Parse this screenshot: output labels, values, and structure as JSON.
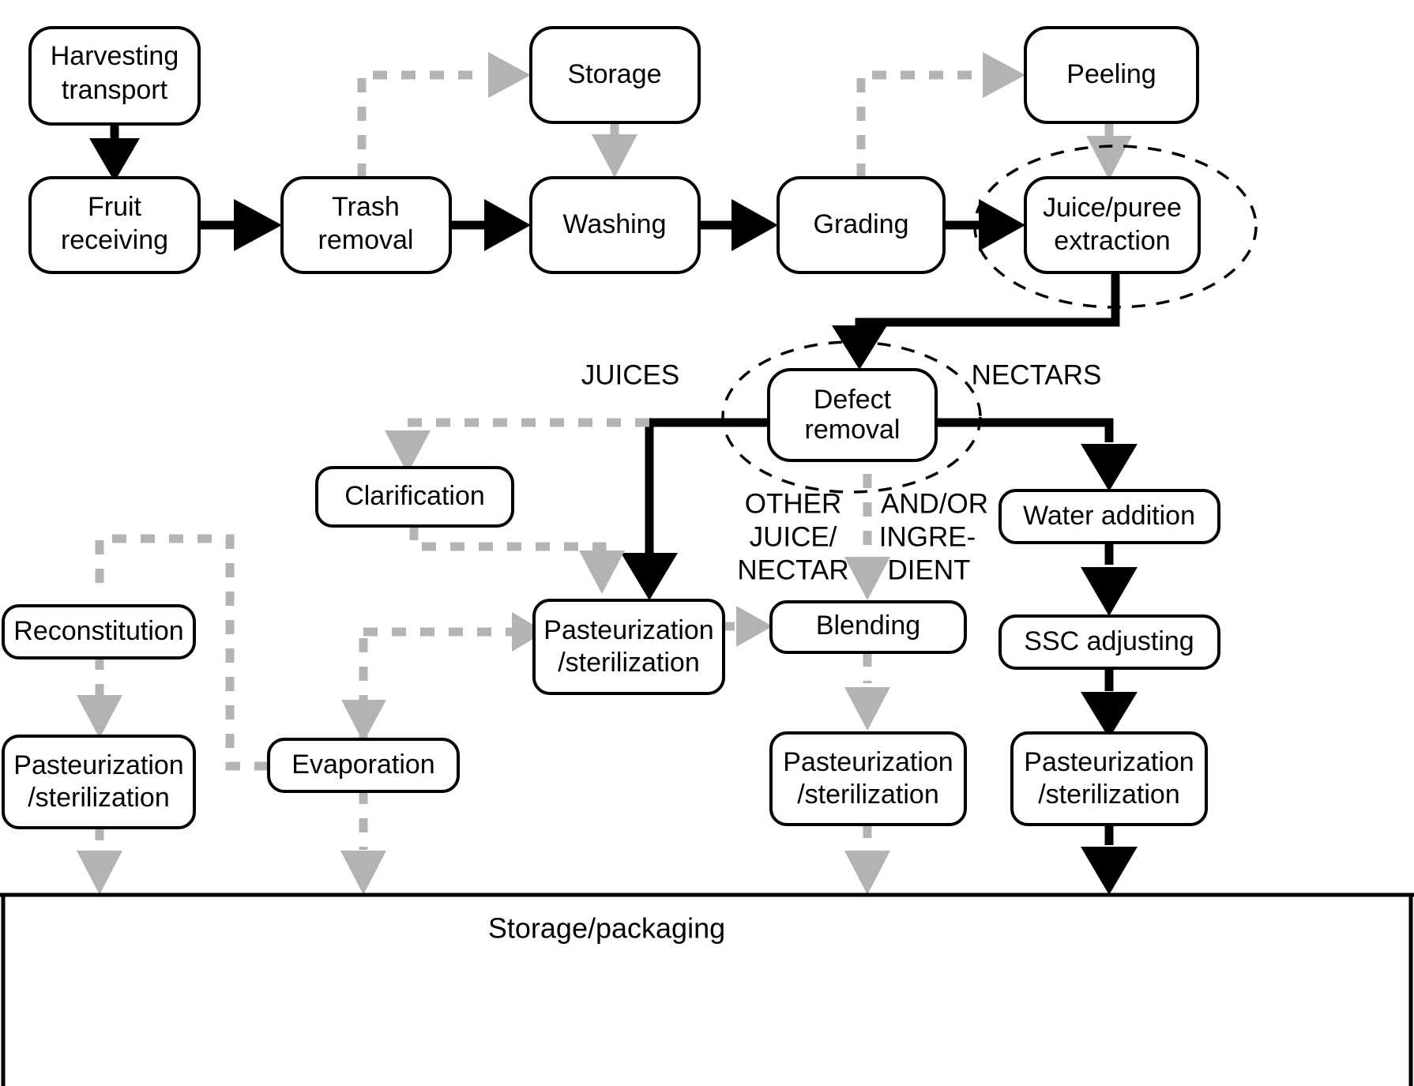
{
  "diagram": {
    "title": "Fruit juice and nectar processing flow diagram",
    "colors": {
      "solid_flow": "#000000",
      "optional_flow": "#b3b3b3",
      "box_fill": "#ffffff",
      "box_stroke": "#000000"
    },
    "nodes": [
      {
        "id": "harvesting",
        "label_line1": "Harvesting",
        "label_line2": "transport"
      },
      {
        "id": "fruit-receiving",
        "label_line1": "Fruit",
        "label_line2": "receiving"
      },
      {
        "id": "trash-removal",
        "label_line1": "Trash",
        "label_line2": "removal"
      },
      {
        "id": "storage",
        "label_line1": "Storage",
        "label_line2": ""
      },
      {
        "id": "washing",
        "label_line1": "Washing",
        "label_line2": ""
      },
      {
        "id": "grading",
        "label_line1": "Grading",
        "label_line2": ""
      },
      {
        "id": "peeling",
        "label_line1": "Peeling",
        "label_line2": ""
      },
      {
        "id": "juice-extraction",
        "label_line1": "Juice/puree",
        "label_line2": "extraction"
      },
      {
        "id": "defect-removal",
        "label_line1": "Defect",
        "label_line2": "removal"
      },
      {
        "id": "clarification",
        "label_line1": "Clarification",
        "label_line2": ""
      },
      {
        "id": "reconstitution",
        "label_line1": "Reconstitution",
        "label_line2": ""
      },
      {
        "id": "pasteurization-left",
        "label_line1": "Pasteurization",
        "label_line2": "/sterilization"
      },
      {
        "id": "evaporation",
        "label_line1": "Evaporation",
        "label_line2": ""
      },
      {
        "id": "pasteurization-center",
        "label_line1": "Pasteurization",
        "label_line2": "/sterilization"
      },
      {
        "id": "blending",
        "label_line1": "Blending",
        "label_line2": ""
      },
      {
        "id": "pasteurization-blend",
        "label_line1": "Pasteurization",
        "label_line2": "/sterilization"
      },
      {
        "id": "water-addition",
        "label_line1": "Water addition",
        "label_line2": ""
      },
      {
        "id": "ssc-adjusting",
        "label_line1": "SSC adjusting",
        "label_line2": ""
      },
      {
        "id": "pasteurization-right",
        "label_line1": "Pasteurization",
        "label_line2": "/sterilization"
      }
    ],
    "branch_labels": {
      "juices": "JUICES",
      "nectars": "NECTARS",
      "other_juice_l1": "OTHER",
      "other_juice_l2": "JUICE/",
      "other_juice_l3": "NECTAR",
      "andor_ingredient_l1": "AND/OR",
      "andor_ingredient_l2": "INGRE-",
      "andor_ingredient_l3": "DIENT"
    },
    "bottom_bar": {
      "label": "Storage/packaging"
    },
    "highlighted_steps": [
      "juice-extraction",
      "defect-removal"
    ]
  }
}
